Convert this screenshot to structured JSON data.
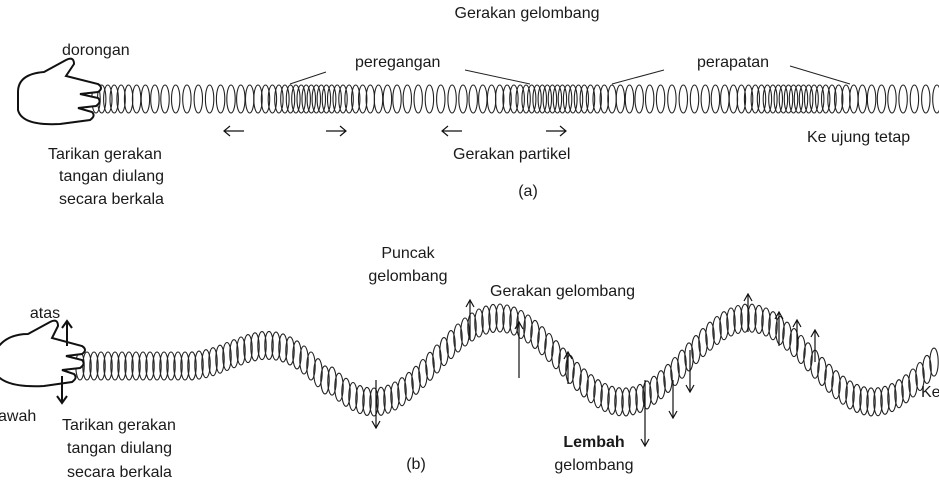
{
  "a": {
    "title": "Gerakan gelombang",
    "push": "dorongan",
    "stretch": "peregangan",
    "compression": "perapatan",
    "fixed_end": "Ke ujung tetap",
    "particle_motion": "Gerakan partikel",
    "repeat_line1": "Tarikan gerakan",
    "repeat_line2": "tangan diulang",
    "repeat_line3": "secara berkala",
    "caption": "(a)"
  },
  "b": {
    "crest_line1": "Puncak",
    "crest_line2": "gelombang",
    "wave_motion": "Gerakan gelombang",
    "up": "atas",
    "down": "awah",
    "repeat_line1": "Tarikan gerakan",
    "repeat_line2": "tangan diulang",
    "repeat_line3": "secara berkala",
    "trough_line1": "Lembah",
    "trough_line2": "gelombang",
    "fixed_end": "Ke",
    "caption": "(b)"
  }
}
